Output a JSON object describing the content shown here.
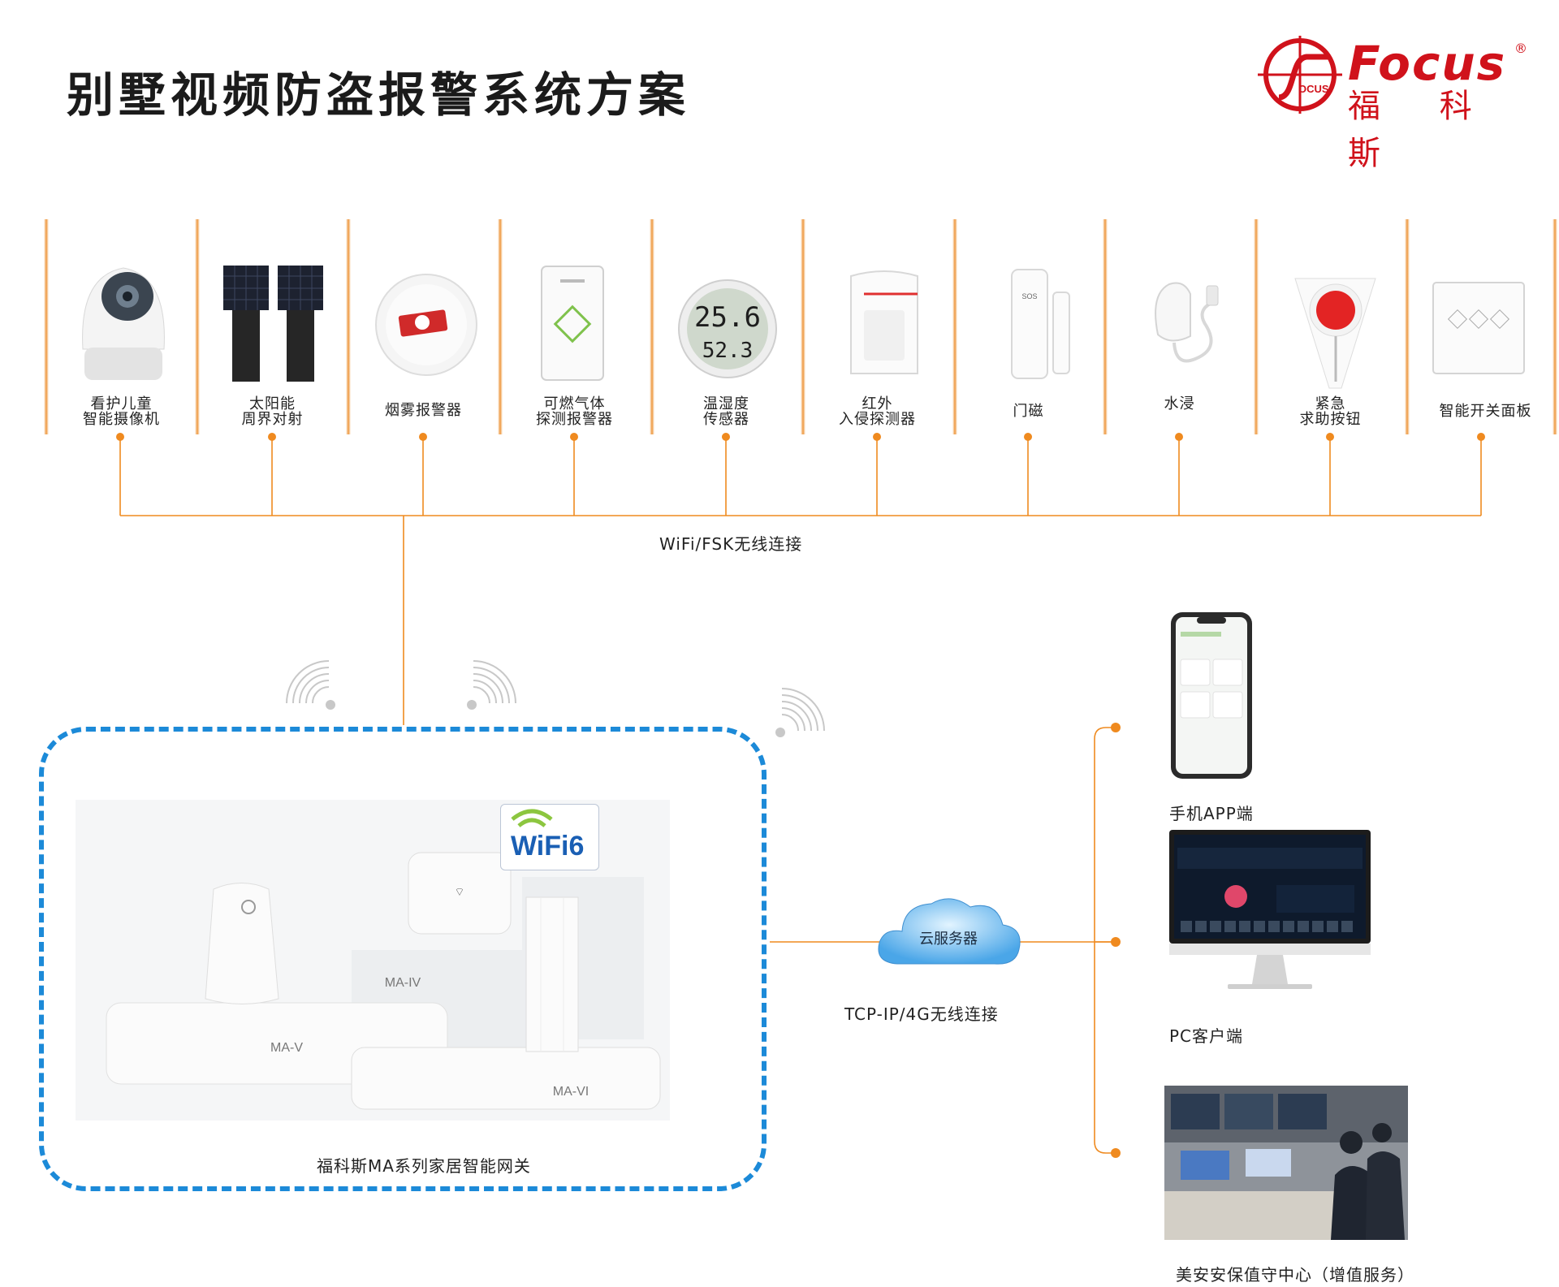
{
  "header": {
    "title": "别墅视频防盗报警系统方案"
  },
  "brand": {
    "name": "Focus",
    "cn": "福 科 斯",
    "registered": "®",
    "seal_text": "OCUS",
    "color": "#d0121b"
  },
  "accent": "#ef8a1f",
  "devices": [
    {
      "label_l1": "看护儿童",
      "label_l2": "智能摄像机",
      "icon": "camera-icon"
    },
    {
      "label_l1": "太阳能",
      "label_l2": "周界对射",
      "icon": "solar-beam-icon"
    },
    {
      "label_l1": "烟雾报警器",
      "label_l2": "",
      "icon": "smoke-detector-icon"
    },
    {
      "label_l1": "可燃气体",
      "label_l2": "探测报警器",
      "icon": "gas-detector-icon"
    },
    {
      "label_l1": "温湿度",
      "label_l2": "传感器",
      "icon": "thermometer-icon",
      "screen_top": "25.6",
      "screen_bottom": "52.3"
    },
    {
      "label_l1": "红外",
      "label_l2": "入侵探测器",
      "icon": "pir-sensor-icon"
    },
    {
      "label_l1": "门磁",
      "label_l2": "",
      "icon": "door-sensor-icon",
      "badge": "SOS"
    },
    {
      "label_l1": "水浸",
      "label_l2": "",
      "icon": "water-sensor-icon"
    },
    {
      "label_l1": "紧急",
      "label_l2": "求助按钮",
      "icon": "sos-button-icon"
    },
    {
      "label_l1": "智能开关面板",
      "label_l2": "",
      "icon": "switch-panel-icon"
    }
  ],
  "links": {
    "wireless": "WiFi/FSK无线连接",
    "network": "TCP-IP/4G无线连接"
  },
  "gateway": {
    "caption": "福科斯MA系列家居智能网关",
    "badge": "WiFi6",
    "models": [
      "MA-V",
      "MA-IV",
      "MA-VI"
    ]
  },
  "cloud": {
    "label": "云服务器"
  },
  "clients": [
    {
      "label": "手机APP端",
      "icon": "smartphone-icon"
    },
    {
      "label": "PC客户端",
      "icon": "monitor-icon"
    },
    {
      "label": "美安安保值守中心（增值服务）",
      "icon": "security-center-photo"
    }
  ]
}
